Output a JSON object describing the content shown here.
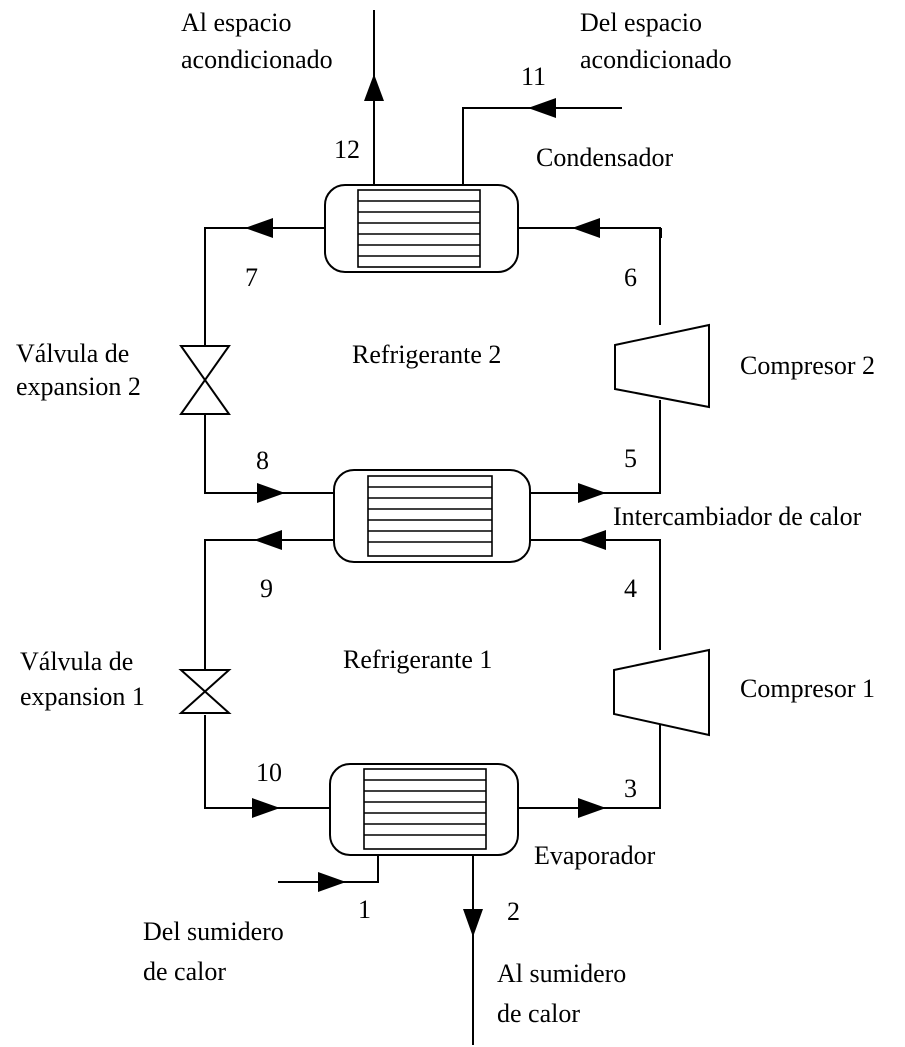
{
  "labels": {
    "to_space_1": "Al espacio",
    "to_space_2": "acondicionado",
    "from_space_1": "Del espacio",
    "from_space_2": "acondicionado",
    "condenser": "Condensador",
    "refrigerant_2": "Refrigerante 2",
    "refrigerant_1": "Refrigerante 1",
    "compressor_2": "Compresor 2",
    "compressor_1": "Compresor 1",
    "valve_2_line1": "Válvula de",
    "valve_2_line2": "expansion 2",
    "valve_1_line1": "Válvula de",
    "valve_1_line2": "expansion 1",
    "heat_exchanger": "Intercambiador de calor",
    "evaporator": "Evaporador",
    "from_sink_1": "Del sumidero",
    "from_sink_2": "de calor",
    "to_sink_1": "Al sumidero",
    "to_sink_2": "de calor"
  },
  "states": {
    "s1": "1",
    "s2": "2",
    "s3": "3",
    "s4": "4",
    "s5": "5",
    "s6": "6",
    "s7": "7",
    "s8": "8",
    "s9": "9",
    "s10": "10",
    "s11": "11",
    "s12": "12"
  }
}
